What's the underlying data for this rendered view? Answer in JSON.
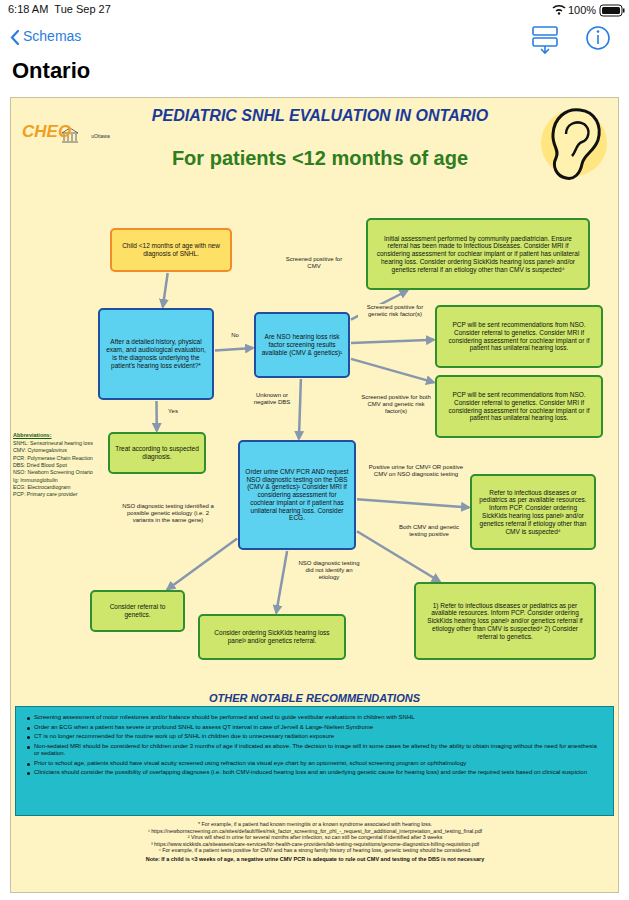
{
  "diagram": {
    "title": "PEDIATRIC SNHL EVALUATION IN ONTARIO",
    "nodes": [
      {
        "text": [
          "Child <12 months of age with new diagnosis of SNHL."
        ]
      },
      {
        "text": [
          "After a detailed history, physical exam, and audiological evaluation, is the diagnosis underlying the patient's hearing loss evident?*"
        ]
      },
      {
        "text": [
          "Are NSO hearing loss risk factor screening results available (CMV & genetics)¹"
        ]
      },
      {
        "text": [
          "Initial assessment performed by community paediatrician. Ensure referral has been made to Infectious Diseases. Consider MRI if considering assessment for cochlear implant or if patient has unilateral hearing loss. Consider ordering SickKids hearing loss panel³ and/or genetics referral if an etiology other than CMV is suspected⁴"
        ]
      },
      {
        "text": [
          "PCP will be sent recommendations from NSO. Consider referral to genetics. Consider MRI if considering assessment for cochlear implant or if patient has unilateral hearing loss."
        ]
      },
      {
        "text": [
          "PCP will be sent recommendations from NSO. Consider referral to genetics. Consider MRI if considering assessment for cochlear implant or if patient has unilateral hearing loss."
        ]
      },
      {
        "text": [
          "Treat according to suspected diagnosis."
        ]
      },
      {
        "text": [
          "Order urine CMV PCR AND request NSO diagnostic testing on the DBS (CMV & genetics)¹ Consider MRI if considering assessment for cochlear implant or if patient has unilateral hearing loss. Consider ECG."
        ]
      },
      {
        "text": [
          "Refer to infectious diseases or pediatrics as per available resources. Inform PCP. Consider ordering SickKids hearing loss panel³ and/or genetics referral if etiology other than CMV is suspected⁴"
        ]
      },
      {
        "text": [
          "Consider referral to genetics."
        ]
      },
      {
        "text": [
          "Consider ordering SickKids hearing loss panel³ and/or genetics referral."
        ]
      },
      {
        "text": [
          "1) Refer to infectious diseases or pediatrics as per available resources. Inform PCP. Consider ordering SickKids hearing loss panel³ and/or genetics referral if etiology other than CMV is suspected⁴ 2) Consider referral to genetics."
        ]
      },
      {
        "text": [
          "OTHER NOTABLE RECOMMENDATIONS",
          "Screening assessment of motor milestones and/or balance should be performed and used to guide vestibular evaluations in children with SNHL",
          "Order an ECG when a patient has severe or profound SNHL to assess QT interval in case of Jervell & Lange-Nielsen Syndrome",
          "CT is no longer recommended for the routine work up of SNHL in children due to unnecessary radiation exposure",
          "Non-sedated MRI should be considered for children under 3 months of age if indicated as above. The decision to image will in some cases be altered by the ability to obtain imaging without the need for anesthesia or sedation.",
          "Prior to school age, patients should have visual acuity screened using refraction via visual eye chart by an optometrist, school screening program or ophthalmology",
          "Clinicians should consider the possibility of overlapping diagnoses (i.e. both CMV-induced hearing loss and an underlying genetic cause for hearing loss) and order the required tests based on clinical suspicion"
        ]
      }
    ],
    "edges": [
      {
        "from": 0,
        "to": 1,
        "arrow": "to"
      },
      {
        "from": 1,
        "to": 2,
        "label": "No",
        "arrow": "to"
      },
      {
        "from": 1,
        "to": 6,
        "label": "Yes",
        "arrow": "to"
      },
      {
        "from": 2,
        "to": 3,
        "label": "Screened positive for CMV",
        "arrow": "to"
      },
      {
        "from": 2,
        "to": 4,
        "label": "Screened positive for genetic risk factor(s)",
        "arrow": "to"
      },
      {
        "from": 2,
        "to": 5,
        "label": "Screened positive for both CMV and genetic risk factor(s)",
        "arrow": "to"
      },
      {
        "from": 2,
        "to": 7,
        "label": "Unknown or negative DBS",
        "arrow": "to"
      },
      {
        "from": 7,
        "to": 8,
        "label": "Positive urine for CMV² OR positive CMV on NSO diagnostic testing",
        "arrow": "to"
      },
      {
        "from": 7,
        "to": 9,
        "label": "NSO diagnostic testing identified a possible genetic etiology (i.e. 2 variants in the same gene)",
        "arrow": "to"
      },
      {
        "from": 7,
        "to": 10,
        "label": "NSO diagnostic testing did not identify an etiology",
        "arrow": "to"
      },
      {
        "from": 7,
        "to": 11,
        "label": "Both CMV and genetic testing positive",
        "arrow": "to"
      }
    ],
    "labels": [
      "6:18 AM",
      "Tue Sep 27",
      "100%",
      "Schemas",
      "Ontario",
      "CHEO",
      "uOttawa",
      "For patients <12 months of age",
      "Abbreviations:",
      "SNHL: Sensorineural hearing loss",
      "CMV: Cytomegalovirus",
      "PCR: Polymerase Chain Reaction",
      "DBS: Dried Blood Spot",
      "NSO: Newborn Screening Ontario",
      "Ig: Immunoglobulin",
      "ECG: Electrocardiogram",
      "PCP: Primary care provider",
      "* For example, if a patient had known meningitis or a known syndrome associated with hearing loss.",
      "¹ https://newbornscreening.on.ca/sites/default/files/risk_factor_screening_for_phl_-_request_for_additional_interpretation_and_testing_final.pdf",
      "² Virus will shed in urine for several months after infection, so can still be congenital if identified after 3 weeks",
      "³ https://www.sickkids.ca/siteassets/care-services/for-health-care-providers/lab-testing-requisitions/genome-diagnostics-billing-requisition.pdf",
      "⁴ For example, if a patient tests positive for CMV and has a strong family history of hearing loss, genetic testing should be considered.",
      "Note: If a child is <3 weeks of age, a negative urine CMV PCR is adequate to rule out CMV and testing of the DBS is not necessary"
    ]
  }
}
